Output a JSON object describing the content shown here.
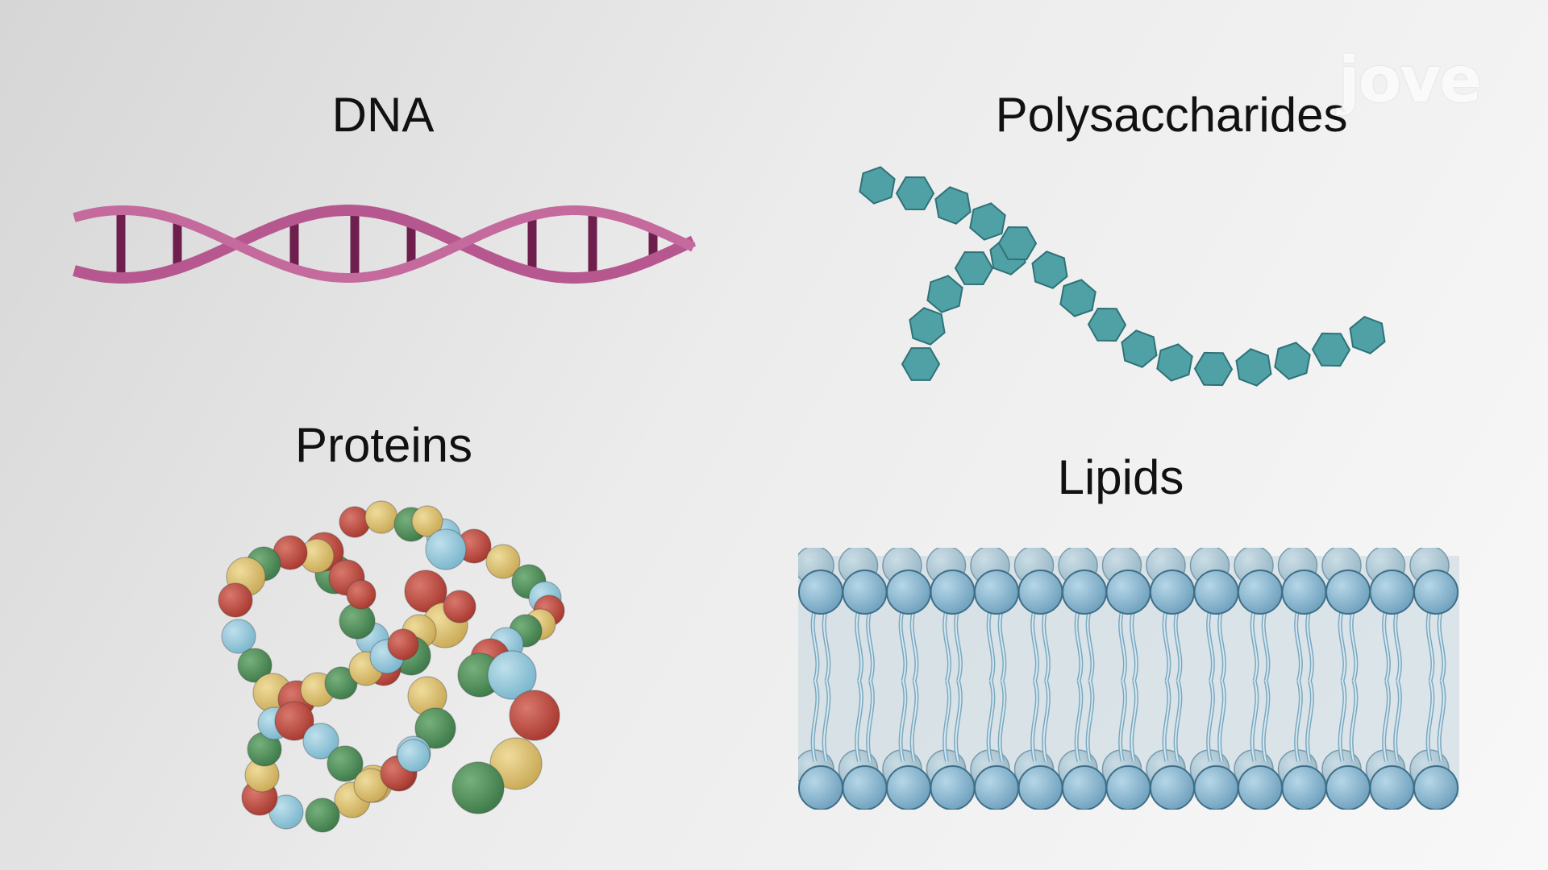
{
  "labels": {
    "dna": "DNA",
    "polysaccharides": "Polysaccharides",
    "proteins": "Proteins",
    "lipids": "Lipids"
  },
  "logo": "jove",
  "colors": {
    "dna": "#b6588f",
    "dna_rung": "#6e1f4d",
    "sugar": "#4fa1a6",
    "sugar_stroke": "#2f7278",
    "protein_red": "#b5443a",
    "protein_yellow": "#d6bb6c",
    "protein_green": "#4a8b55",
    "protein_blue": "#89c2d6",
    "lipid_head": "#7fb0cb",
    "lipid_tail": "#7aa9c1"
  }
}
